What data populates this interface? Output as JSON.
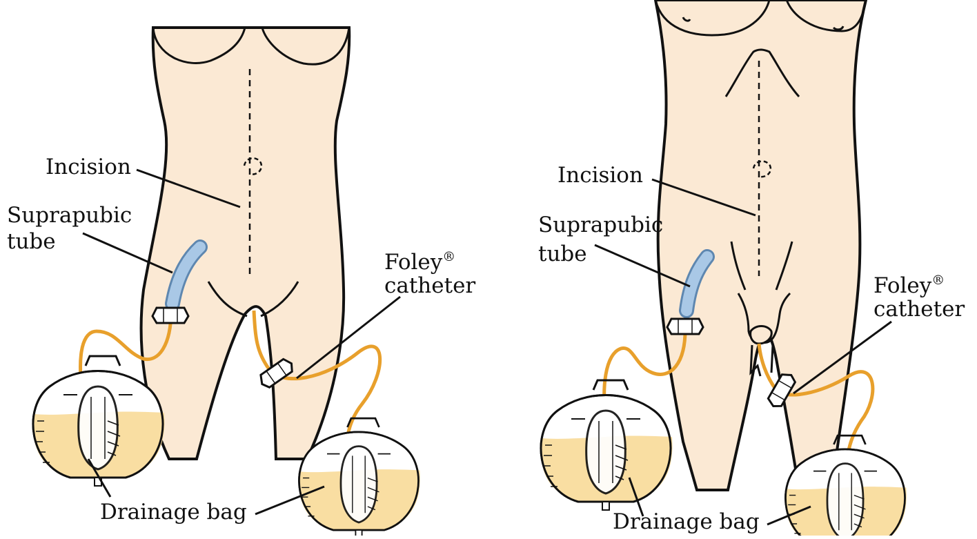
{
  "colors": {
    "skin": "#fbe9d4",
    "outline": "#111111",
    "tube": "#e8a02c",
    "tube_dark": "#b36f12",
    "spt": "#a9c8e6",
    "spt_dark": "#5e87b0",
    "urine": "#f9dea2",
    "bag": "#ffffff"
  },
  "figures": [
    {
      "id": "female",
      "labels": {
        "incision": "Incision",
        "suprapubic_line1": "Suprapubic",
        "suprapubic_line2": "tube",
        "foley": "Foley",
        "foley_mark": "®",
        "catheter": "catheter",
        "drainage": "Drainage bag"
      }
    },
    {
      "id": "male",
      "labels": {
        "incision": "Incision",
        "suprapubic_line1": "Suprapubic",
        "suprapubic_line2": "tube",
        "foley": "Foley",
        "foley_mark": "®",
        "catheter": "catheter",
        "drainage": "Drainage bag"
      }
    }
  ]
}
